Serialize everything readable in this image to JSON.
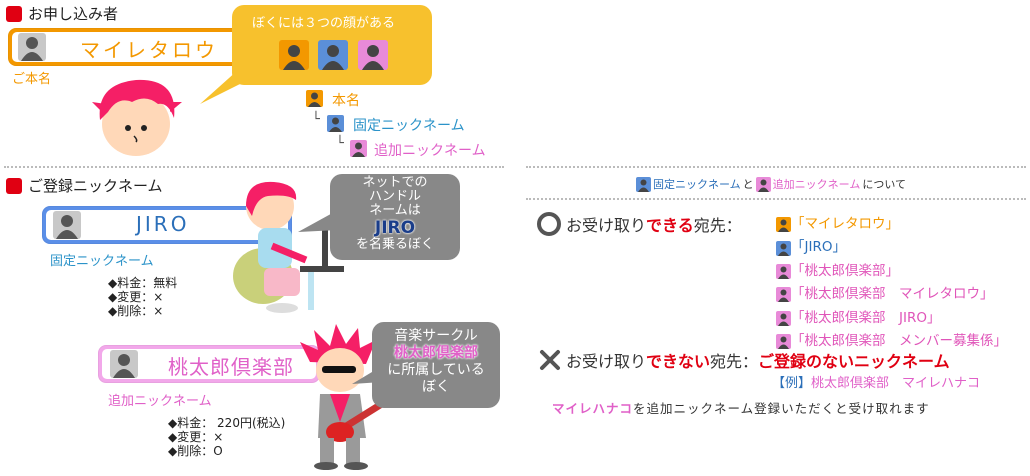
{
  "applicant": {
    "section_title": "お申し込み者",
    "name": "マイレタロウ",
    "name_caption": "ご本名",
    "bubble_text": "ぼくには３つの顔がある",
    "tree": {
      "real_name": "本名",
      "fixed_nick": "固定ニックネーム",
      "added_nick": "追加ニックネーム"
    }
  },
  "registered": {
    "section_title": "ご登録ニックネーム",
    "fixed": {
      "name": "JIRO",
      "caption": "固定ニックネーム",
      "fees": [
        "◆料金：無料",
        "◆変更：×",
        "◆削除：×"
      ],
      "bubble_lines": [
        "ネットでの",
        "ハンドル",
        "ネームは"
      ],
      "bubble_name": "JIRO",
      "bubble_tail": "を名乗るぼく"
    },
    "added": {
      "name": "桃太郎倶楽部",
      "caption": "追加ニックネーム",
      "fees": [
        "◆料金： 220円(税込)",
        "◆変更：×",
        "◆削除：O"
      ],
      "bubble_line1": "音楽サークル",
      "bubble_name": "桃太郎倶楽部",
      "bubble_line3": "に所属している",
      "bubble_line4": "ぼく"
    }
  },
  "info": {
    "header_fixed": "固定ニックネーム",
    "header_and": "と",
    "header_added": "追加ニックネーム",
    "header_tail": "について",
    "can_prefix": "お受け取り",
    "can_em": "できる",
    "can_suffix": "宛先：",
    "can_list": [
      "「マイレタロウ」",
      "「JIRO」",
      "「桃太郎倶楽部」",
      "「桃太郎倶楽部　マイレタロウ」",
      "「桃太郎倶楽部　JIRO」",
      "「桃太郎倶楽部　メンバー募集係」"
    ],
    "cannot_prefix": "お受け取り",
    "cannot_em": "できない",
    "cannot_suffix": "宛先：",
    "cannot_target": "ご登録のないニックネーム",
    "example_label": "【例】",
    "example_text": "桃太郎倶楽部　マイレハナコ",
    "note_name": "マイレハナコ",
    "note_text": "を追加ニックネーム登録いただくと受け取れます"
  },
  "colors": {
    "orange": "#f39800",
    "blue": "#3a7fd5",
    "pink": "#e06ec8",
    "red": "#e00012"
  }
}
